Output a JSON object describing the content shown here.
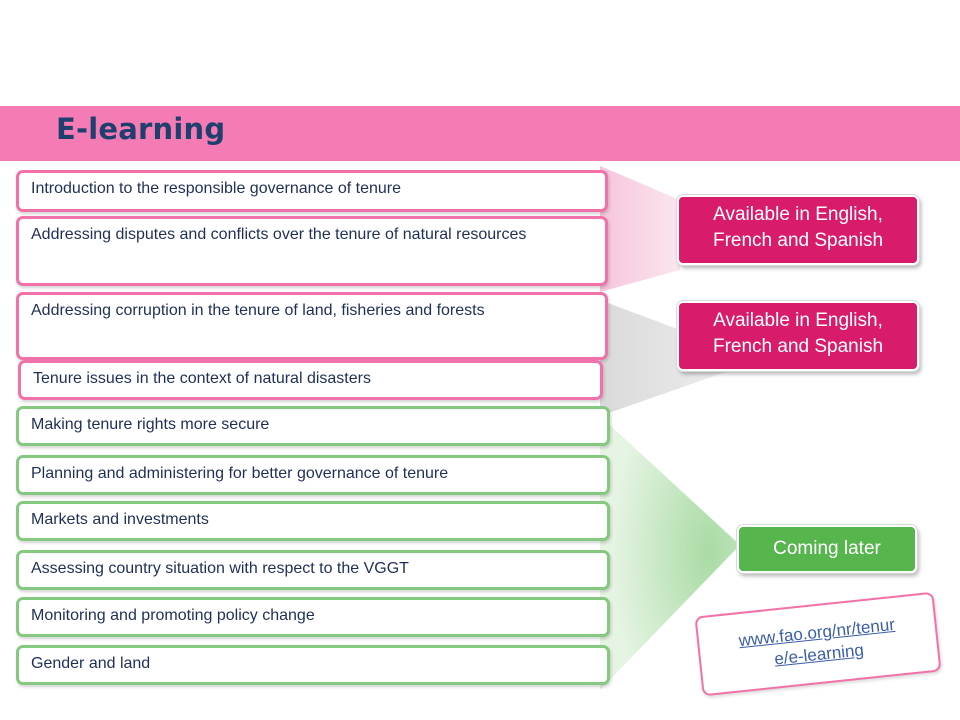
{
  "slide": {
    "title": "E-learning",
    "colors": {
      "title_bar": "#f57bb5",
      "title_text": "#1f3f6e",
      "pink_border": "#f271a9",
      "green_border": "#85c981",
      "pink_badge": "#d81b6a",
      "green_badge": "#56b54d",
      "link": "#3b5ea8"
    }
  },
  "courses": [
    {
      "text": "Introduction to the responsible governance of tenure",
      "group": "pink"
    },
    {
      "text": "Addressing disputes and conflicts over the tenure of natural resources",
      "group": "pink"
    },
    {
      "text": "Addressing corruption in the tenure of land, fisheries and forests",
      "group": "pink"
    },
    {
      "text": "Tenure issues in the context of natural disasters",
      "group": "pink"
    },
    {
      "text": "Making tenure rights more secure",
      "group": "green"
    },
    {
      "text": "Planning and administering for better governance of tenure",
      "group": "green"
    },
    {
      "text": "Markets and investments",
      "group": "green"
    },
    {
      "text": "Assessing country situation with respect to the VGGT",
      "group": "green"
    },
    {
      "text": "Monitoring and promoting policy change",
      "group": "green"
    },
    {
      "text": "Gender and land",
      "group": "green"
    }
  ],
  "badges": {
    "available_1": "Available in English, French and Spanish",
    "available_2": "Available in English, French and Spanish",
    "coming_later": "Coming later"
  },
  "link": {
    "text": "www.fao.org/nr/tenure/e-learning"
  }
}
